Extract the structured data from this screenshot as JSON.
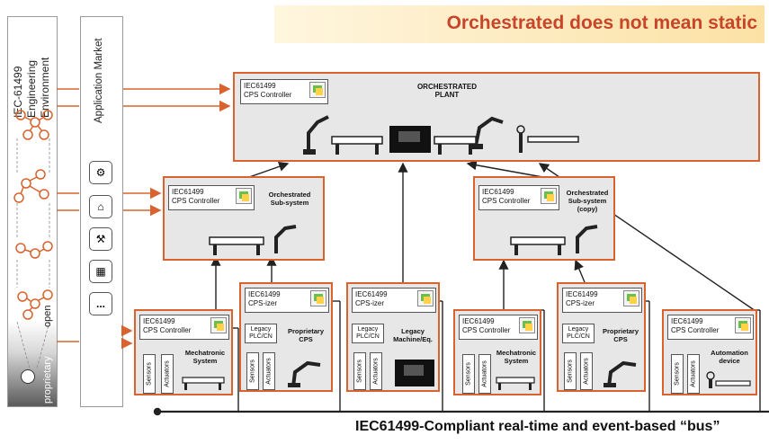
{
  "banner": {
    "title": "Orchestrated does not mean static"
  },
  "left_panel": {
    "title_lines": [
      "IEC-61499",
      "Engineering",
      "Environment"
    ],
    "open_label": "open",
    "proprietary_label": "proprietary"
  },
  "app_market": {
    "title": "Application Market",
    "more_label": "..."
  },
  "plant": {
    "controller_line1": "IEC61499",
    "controller_line2": "CPS Controller",
    "title_line1": "ORCHESTRATED",
    "title_line2": "PLANT"
  },
  "subsystem_left": {
    "controller_line1": "IEC61499",
    "controller_line2": "CPS Controller",
    "label_line1": "Orchestrated",
    "label_line2": "Sub-system"
  },
  "subsystem_right": {
    "controller_line1": "IEC61499",
    "controller_line2": "CPS Controller",
    "label_line1": "Orchestrated",
    "label_line2": "Sub-system",
    "label_line3": "(copy)"
  },
  "devices": [
    {
      "c1": "IEC61499",
      "c2": "CPS Controller",
      "label1": "Mechatronic",
      "label2": "System",
      "sensors": "Sensors",
      "actuators": "Actuators"
    },
    {
      "c1": "IEC61499",
      "c2": "CPS-izer",
      "legacy1": "Legacy",
      "legacy2": "PLC/CN",
      "label1": "Proprietary",
      "label2": "CPS",
      "sensors": "Sensors",
      "actuators": "Actuators"
    },
    {
      "c1": "IEC61499",
      "c2": "CPS-izer",
      "legacy1": "Legacy",
      "legacy2": "PLC/CN",
      "label1": "Legacy",
      "label2": "Machine/Eq.",
      "sensors": "Sensors",
      "actuators": "Actuators"
    },
    {
      "c1": "IEC61499",
      "c2": "CPS Controller",
      "label1": "Mechatronic",
      "label2": "System",
      "sensors": "Sensors",
      "actuators": "Actuators"
    },
    {
      "c1": "IEC61499",
      "c2": "CPS-izer",
      "legacy1": "Legacy",
      "legacy2": "PLC/CN",
      "label1": "Proprietary",
      "label2": "CPS",
      "sensors": "Sensors",
      "actuators": "Actuators"
    },
    {
      "c1": "IEC61499",
      "c2": "CPS Controller",
      "label1": "Automation",
      "label2": "device",
      "sensors": "Sensors",
      "actuators": "Actuators"
    }
  ],
  "bus": {
    "caption": "IEC61499-Compliant real-time and event-based “bus”"
  },
  "colors": {
    "accent": "#d9632f",
    "banner_text": "#c8452a",
    "box_fill": "#e7e7e7"
  }
}
